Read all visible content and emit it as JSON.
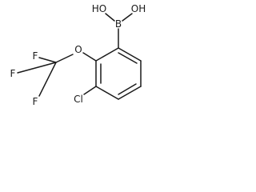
{
  "molecule": {
    "atoms": {
      "oh_left": "HO",
      "oh_right": "OH",
      "boron": "B",
      "ether_oxygen": "O",
      "fluorine_top": "F",
      "fluorine_left": "F",
      "fluorine_bottom": "F",
      "chlorine": "Cl"
    }
  }
}
